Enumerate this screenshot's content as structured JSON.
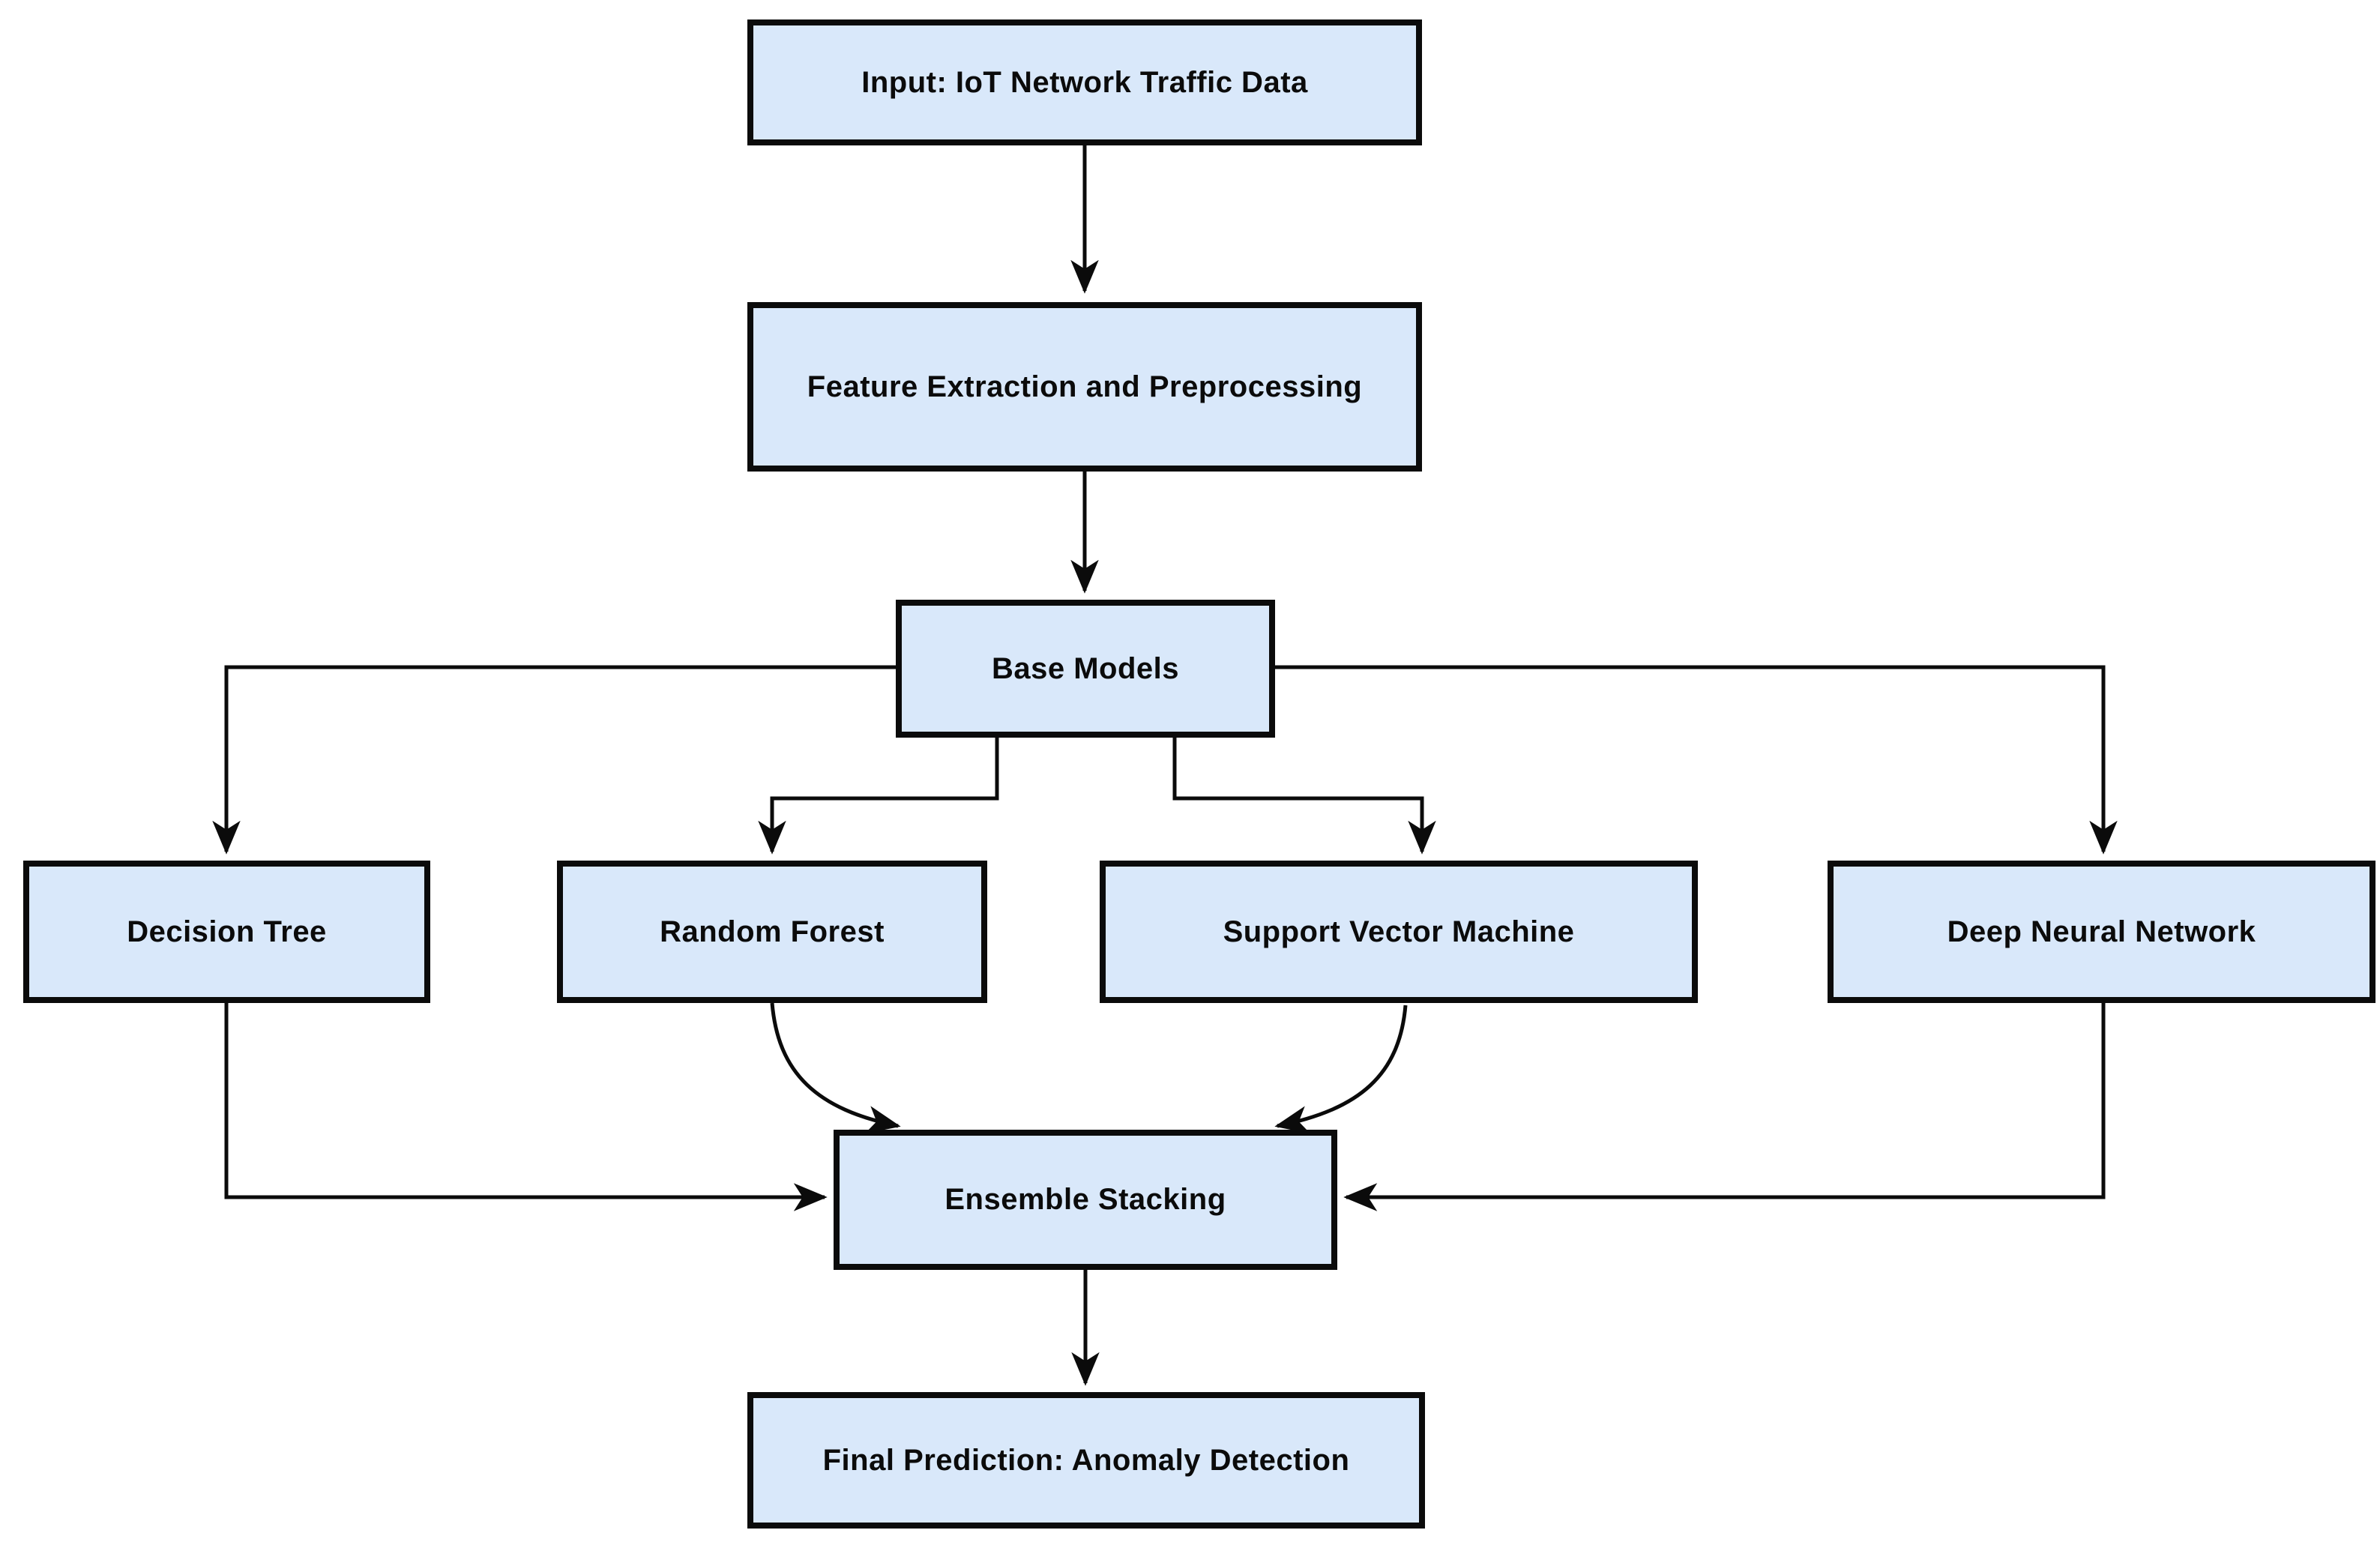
{
  "diagram": {
    "title": "IoT anomaly detection ensemble stacking flowchart",
    "background_color": "#ffffff",
    "node_fill_color": "#d9e8fa",
    "node_border_color": "#0b0b0b",
    "arrow_color": "#0b0b0b",
    "text_color": "#0b0b0b",
    "nodes": {
      "input": {
        "label": "Input: IoT Network Traffic Data"
      },
      "feature": {
        "label": "Feature Extraction and Preprocessing"
      },
      "base": {
        "label": "Base Models"
      },
      "dt": {
        "label": "Decision Tree"
      },
      "rf": {
        "label": "Random Forest"
      },
      "svm": {
        "label": "Support Vector Machine"
      },
      "dnn": {
        "label": "Deep Neural Network"
      },
      "ensemble": {
        "label": "Ensemble Stacking"
      },
      "final": {
        "label": "Final Prediction: Anomaly Detection"
      }
    },
    "edges": [
      {
        "from": "input",
        "to": "feature"
      },
      {
        "from": "feature",
        "to": "base"
      },
      {
        "from": "base",
        "to": "dt"
      },
      {
        "from": "base",
        "to": "rf"
      },
      {
        "from": "base",
        "to": "svm"
      },
      {
        "from": "base",
        "to": "dnn"
      },
      {
        "from": "dt",
        "to": "ensemble"
      },
      {
        "from": "rf",
        "to": "ensemble"
      },
      {
        "from": "svm",
        "to": "ensemble"
      },
      {
        "from": "dnn",
        "to": "ensemble"
      },
      {
        "from": "ensemble",
        "to": "final"
      }
    ]
  }
}
